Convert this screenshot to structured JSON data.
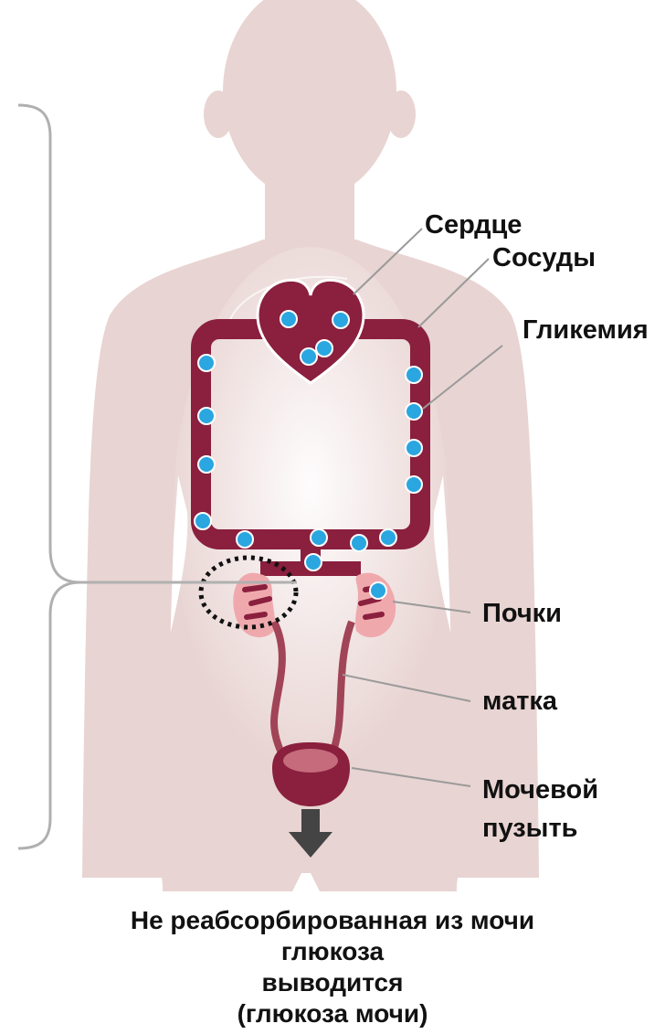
{
  "labels": {
    "heart": "Сердце",
    "vessels": "Сосуды",
    "glycemia": "Гликемия",
    "kidneys": "Почки",
    "uterus": "матка",
    "bladder_line1": "Мочевой",
    "bladder_line2": "пузыть"
  },
  "caption": {
    "line1": "Не реабсорбированная из мочи",
    "line2": "глюкоза",
    "line3": "выводится",
    "line4": "(глюкоза мочи)"
  },
  "colors": {
    "body": "#e8d4d2",
    "vessel": "#8a1f3e",
    "glucose_dot": "#2aa6e0",
    "kidney": "#efa9ad",
    "bracket": "#b0b0b0",
    "arrow": "#444444"
  }
}
